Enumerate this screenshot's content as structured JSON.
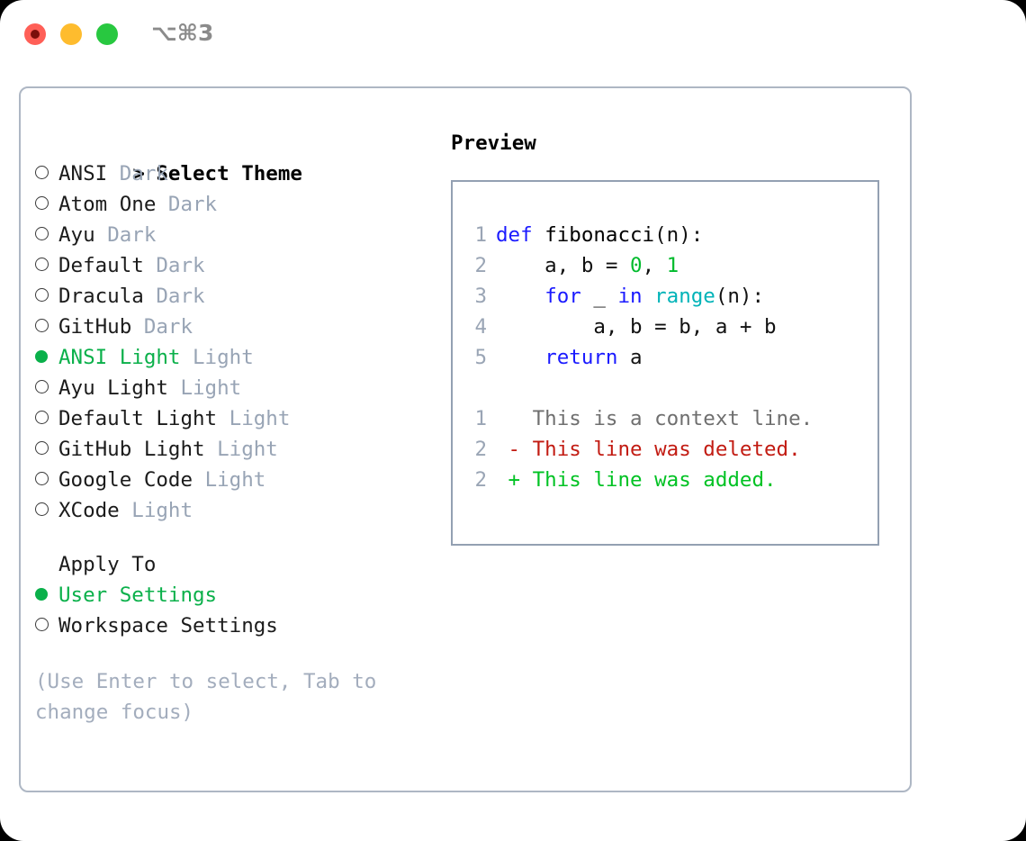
{
  "titlebar": {
    "shortcut": "⌥⌘3",
    "buttons": [
      {
        "name": "close",
        "color": "#ff5f57"
      },
      {
        "name": "minimize",
        "color": "#febc2e"
      },
      {
        "name": "maximize",
        "color": "#28c840"
      }
    ]
  },
  "theme_panel": {
    "heading": "Select Theme",
    "heading_marker": ">",
    "items": [
      {
        "name": "ANSI",
        "kind": "Dark",
        "selected": false
      },
      {
        "name": "Atom One",
        "kind": "Dark",
        "selected": false
      },
      {
        "name": "Ayu",
        "kind": "Dark",
        "selected": false
      },
      {
        "name": "Default",
        "kind": "Dark",
        "selected": false
      },
      {
        "name": "Dracula",
        "kind": "Dark",
        "selected": false
      },
      {
        "name": "GitHub",
        "kind": "Dark",
        "selected": false
      },
      {
        "name": "ANSI Light",
        "kind": "Light",
        "selected": true
      },
      {
        "name": "Ayu Light",
        "kind": "Light",
        "selected": false
      },
      {
        "name": "Default Light",
        "kind": "Light",
        "selected": false
      },
      {
        "name": "GitHub Light",
        "kind": "Light",
        "selected": false
      },
      {
        "name": "Google Code",
        "kind": "Light",
        "selected": false
      },
      {
        "name": "XCode",
        "kind": "Light",
        "selected": false
      }
    ]
  },
  "apply_to": {
    "heading": "Apply To",
    "options": [
      {
        "label": "User Settings",
        "selected": true
      },
      {
        "label": "Workspace Settings",
        "selected": false
      }
    ]
  },
  "hint": "(Use Enter to select, Tab to\nchange focus)",
  "preview": {
    "title": "Preview",
    "code_lines": [
      {
        "no": "1",
        "tokens": [
          {
            "t": "def",
            "c": "kw"
          },
          {
            "t": " ",
            "c": "plain"
          },
          {
            "t": "fibonacci",
            "c": "fn"
          },
          {
            "t": "(n):",
            "c": "plain"
          }
        ]
      },
      {
        "no": "2",
        "tokens": [
          {
            "t": "    a, b = ",
            "c": "plain"
          },
          {
            "t": "0",
            "c": "num"
          },
          {
            "t": ", ",
            "c": "plain"
          },
          {
            "t": "1",
            "c": "num"
          }
        ]
      },
      {
        "no": "3",
        "tokens": [
          {
            "t": "    ",
            "c": "plain"
          },
          {
            "t": "for",
            "c": "kw"
          },
          {
            "t": " _ ",
            "c": "plain"
          },
          {
            "t": "in",
            "c": "kw"
          },
          {
            "t": " ",
            "c": "plain"
          },
          {
            "t": "range",
            "c": "call"
          },
          {
            "t": "(n):",
            "c": "plain"
          }
        ]
      },
      {
        "no": "4",
        "tokens": [
          {
            "t": "        a, b = b, a + b",
            "c": "plain"
          }
        ]
      },
      {
        "no": "5",
        "tokens": [
          {
            "t": "    ",
            "c": "plain"
          },
          {
            "t": "return",
            "c": "kw"
          },
          {
            "t": " a",
            "c": "plain"
          }
        ]
      }
    ],
    "diff_lines": [
      {
        "no": "1",
        "sign": " ",
        "text": "This is a context line.",
        "kind": "ctx"
      },
      {
        "no": "2",
        "sign": "-",
        "text": "This line was deleted.",
        "kind": "del"
      },
      {
        "no": "2",
        "sign": "+",
        "text": "This line was added.",
        "kind": "add"
      }
    ]
  },
  "colors": {
    "accent_green": "#0ab04a",
    "muted": "#98a4b5",
    "border": "#aeb7c4",
    "preview_border": "#93a0b2",
    "keyword_blue": "#1a1aff",
    "number_green": "#00bb2d",
    "builtin_cyan": "#00b3b8",
    "diff_delete_red": "#c21b12",
    "diff_add_green": "#00c223"
  }
}
